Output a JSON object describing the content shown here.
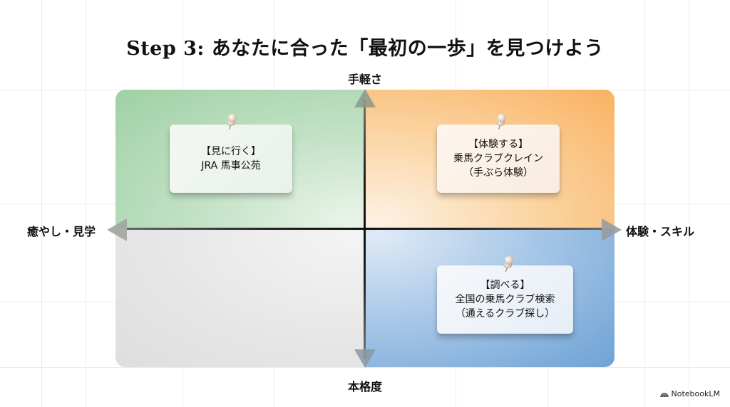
{
  "title": "Step 3: あなたに合った「最初の一歩」を見つけよう",
  "axes": {
    "top": "手軽さ",
    "bottom": "本格度",
    "left": "癒やし・見学",
    "right": "体験・スキル"
  },
  "quadrants": {
    "top_left": {
      "color": "#a6d3aa",
      "note": {
        "category": "【見に行く】",
        "line1": "JRA 馬事公苑",
        "line2": ""
      }
    },
    "top_right": {
      "color": "#f9b566",
      "note": {
        "category": "【体験する】",
        "line1": "乗馬クラブクレイン",
        "line2": "（手ぶら体験）"
      }
    },
    "bottom_left": {
      "color": "#e3e3e3"
    },
    "bottom_right": {
      "color": "#76a7d7",
      "note": {
        "category": "【調べる】",
        "line1": "全国の乗馬クラブ検索",
        "line2": "（通えるクラブ探し）"
      }
    }
  },
  "branding": {
    "label": "NotebookLM",
    "icon": "notebooklm-logo-icon"
  }
}
